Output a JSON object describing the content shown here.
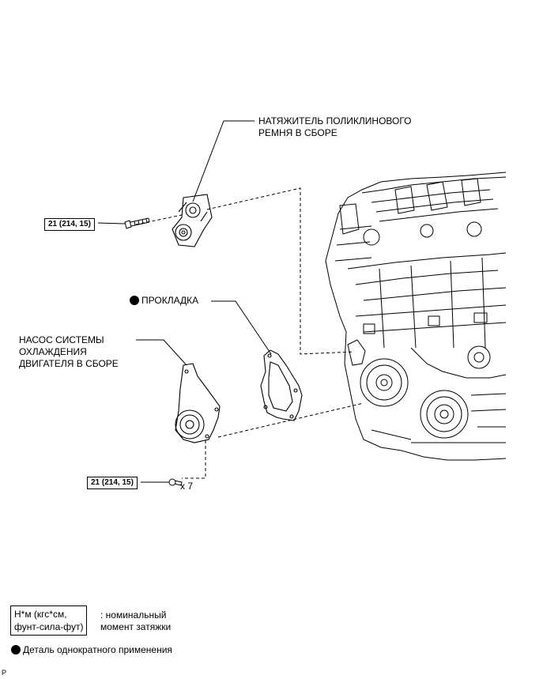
{
  "labels": {
    "tensioner_line1": "НАТЯЖИТЕЛЬ ПОЛИКЛИНОВОГО",
    "tensioner_line2": "РЕМНЯ В СБОРЕ",
    "gasket": "ПРОКЛАДКА",
    "pump_line1": "НАСОС СИСТЕМЫ",
    "pump_line2": "ОХЛАЖДЕНИЯ",
    "pump_line3": "ДВИГАТЕЛЯ В СБОРЕ",
    "torque_top": "21 (214, 15)",
    "torque_bottom": "21 (214, 15)",
    "qty": "x 7"
  },
  "legend": {
    "units_line1": "Н*м (кгс*см,",
    "units_line2": "фунт-сила-фут)",
    "nominal_line1": ": номинальный",
    "nominal_line2": "момент затяжки",
    "single_use": "Деталь однократного применения"
  },
  "corner_mark": "P"
}
